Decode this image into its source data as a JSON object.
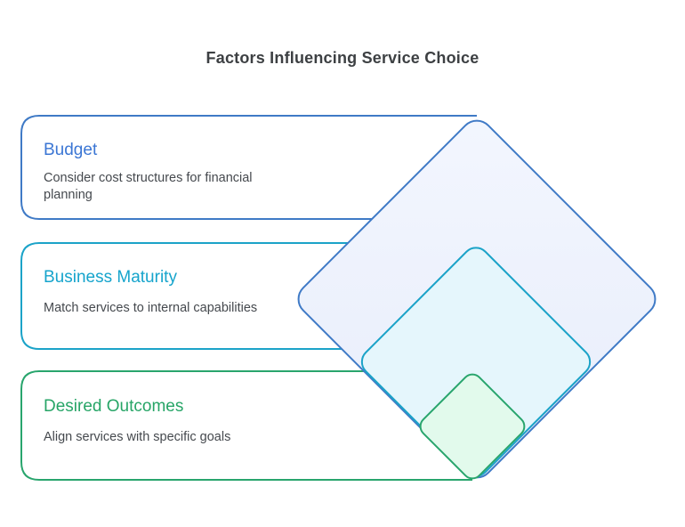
{
  "title": "Factors Influencing Service Choice",
  "cards": [
    {
      "id": "budget",
      "heading": "Budget",
      "description": "Consider cost structures for financial planning"
    },
    {
      "id": "business-maturity",
      "heading": "Business Maturity",
      "description": "Match services to internal capabilities"
    },
    {
      "id": "desired-outcomes",
      "heading": "Desired Outcomes",
      "description": "Align services with specific goals"
    }
  ],
  "colors": {
    "blue": {
      "heading": "#3b76d4",
      "border": "#3f7ac6",
      "fillTop": "#f3f6fe",
      "fillBottom": "#e7edfb"
    },
    "teal": {
      "heading": "#16a4cc",
      "border": "#1ba3c8",
      "fill": "#e5f6fc"
    },
    "green": {
      "heading": "#27a567",
      "border": "#29a56d",
      "fill": "#e2faec"
    },
    "text": {
      "title": "#3d4043",
      "body": "#45494e"
    }
  }
}
